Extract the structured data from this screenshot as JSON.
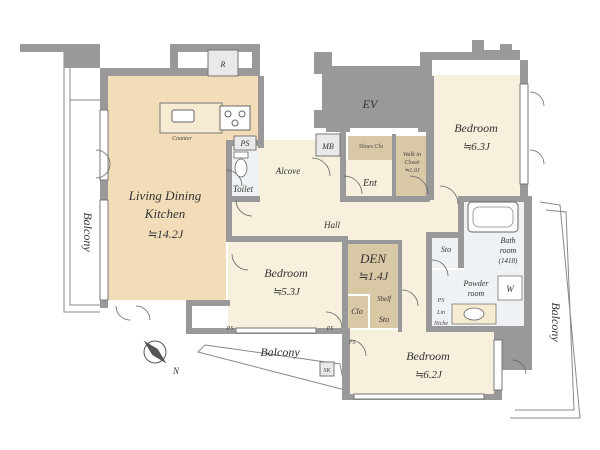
{
  "colors": {
    "wall": "#999999",
    "floor": "#f6f0dc",
    "ldk_floor": "#f2ddb8",
    "storage_floor": "#d9c8a6",
    "wet_floor": "#eef2f4",
    "outline": "#888888"
  },
  "rooms": {
    "ldk": {
      "line1": "Living Dining",
      "line2": "Kitchen",
      "size": "≒14.2J"
    },
    "bed_ne": {
      "name": "Bedroom",
      "size": "≒6.3J"
    },
    "bed_center": {
      "name": "Bedroom",
      "size": "≒5.3J"
    },
    "bed_se": {
      "name": "Bedroom",
      "size": "≒6.2J"
    },
    "den": {
      "name": "DEN",
      "size": "≒1.4J"
    },
    "toilet": "Toilet",
    "alcove": "Alcove",
    "hall": "Hall",
    "ent": "Ent",
    "ev": "EV",
    "mb": "MB",
    "shoes": "Shoes Clo",
    "walkin_line1": "Walk in",
    "walkin_line2": "Closet",
    "walkin_size": "≒1.0J",
    "counter": "Counter",
    "ps_top": "PS",
    "ps_lin": "PS",
    "ps_bottom_left": "PS",
    "ps_bottom_mid": "PS",
    "ps_bottom_right": "PS",
    "sto_hall": "Sto",
    "sto_den": "Sto",
    "clo": "Clo",
    "shelf": "Shelf",
    "bath_line1": "Bath",
    "bath_line2": "room",
    "bath_line3": "(1418)",
    "powder_line1": "Powder",
    "powder_line2": "room",
    "w": "W",
    "lin": "Lin",
    "niche": "Niche",
    "r": "R",
    "sk": "SK",
    "balcony_west": "Balcony",
    "balcony_south": "Balcony",
    "balcony_east": "Balcony",
    "compass_n": "N"
  },
  "icons": [
    "compass-icon",
    "door-swing-icon",
    "stove-icon",
    "sink-icon",
    "toilet-icon",
    "bathtub-icon",
    "washbasin-icon"
  ]
}
